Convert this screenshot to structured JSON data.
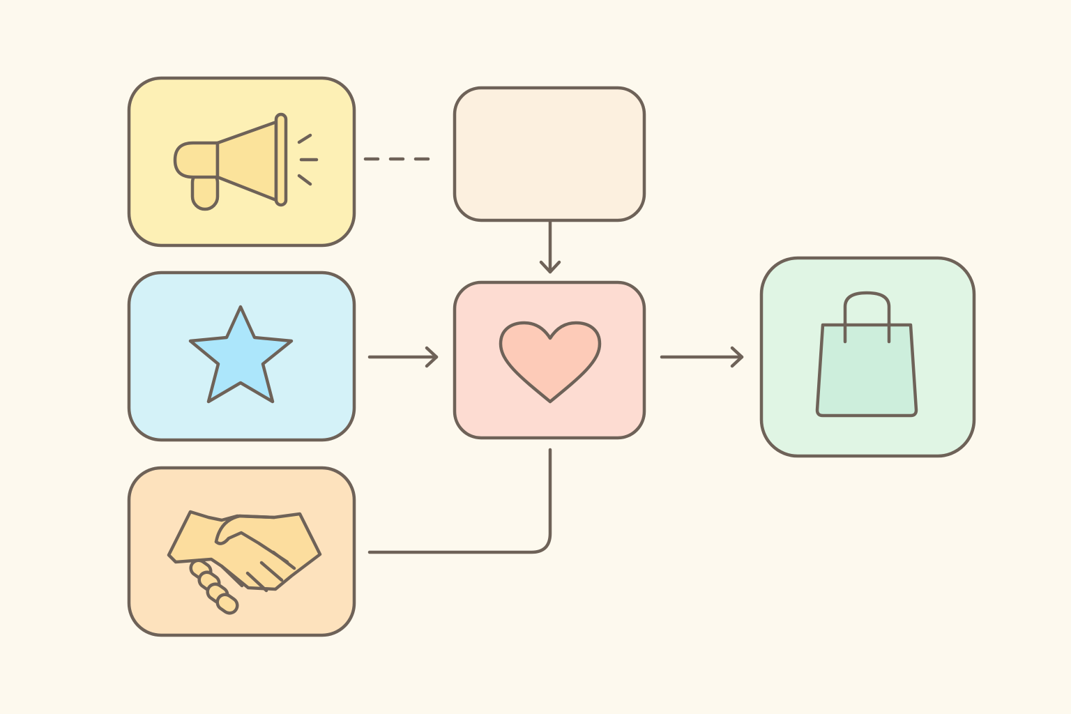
{
  "colors": {
    "background": "#fdf9ee",
    "stroke": "#6e6258",
    "megaphone_box": "#fdf0b5",
    "star_box": "#d4f2f8",
    "handshake_box": "#fde2bd",
    "empty_box": "#fcf0df",
    "heart_box": "#fddcd2",
    "bag_box": "#e0f5e4",
    "megaphone_icon": "#fbe39b",
    "star_icon": "#ace6fb",
    "handshake_icon": "#fcdd9e",
    "heart_icon": "#fdcbb8",
    "bag_icon": "#cdeedc"
  },
  "nodes": [
    {
      "id": "megaphone",
      "icon": "megaphone-icon"
    },
    {
      "id": "star",
      "icon": "star-icon"
    },
    {
      "id": "handshake",
      "icon": "handshake-icon"
    },
    {
      "id": "empty",
      "icon": ""
    },
    {
      "id": "heart",
      "icon": "heart-icon"
    },
    {
      "id": "bag",
      "icon": "shopping-bag-icon"
    }
  ],
  "edges": [
    {
      "from": "megaphone",
      "to": "empty",
      "style": "dashed",
      "arrow": false
    },
    {
      "from": "empty",
      "to": "heart",
      "style": "solid",
      "arrow": true
    },
    {
      "from": "star",
      "to": "heart",
      "style": "solid",
      "arrow": true
    },
    {
      "from": "handshake",
      "to": "heart",
      "style": "solid",
      "arrow": false
    },
    {
      "from": "heart",
      "to": "bag",
      "style": "solid",
      "arrow": true
    }
  ]
}
